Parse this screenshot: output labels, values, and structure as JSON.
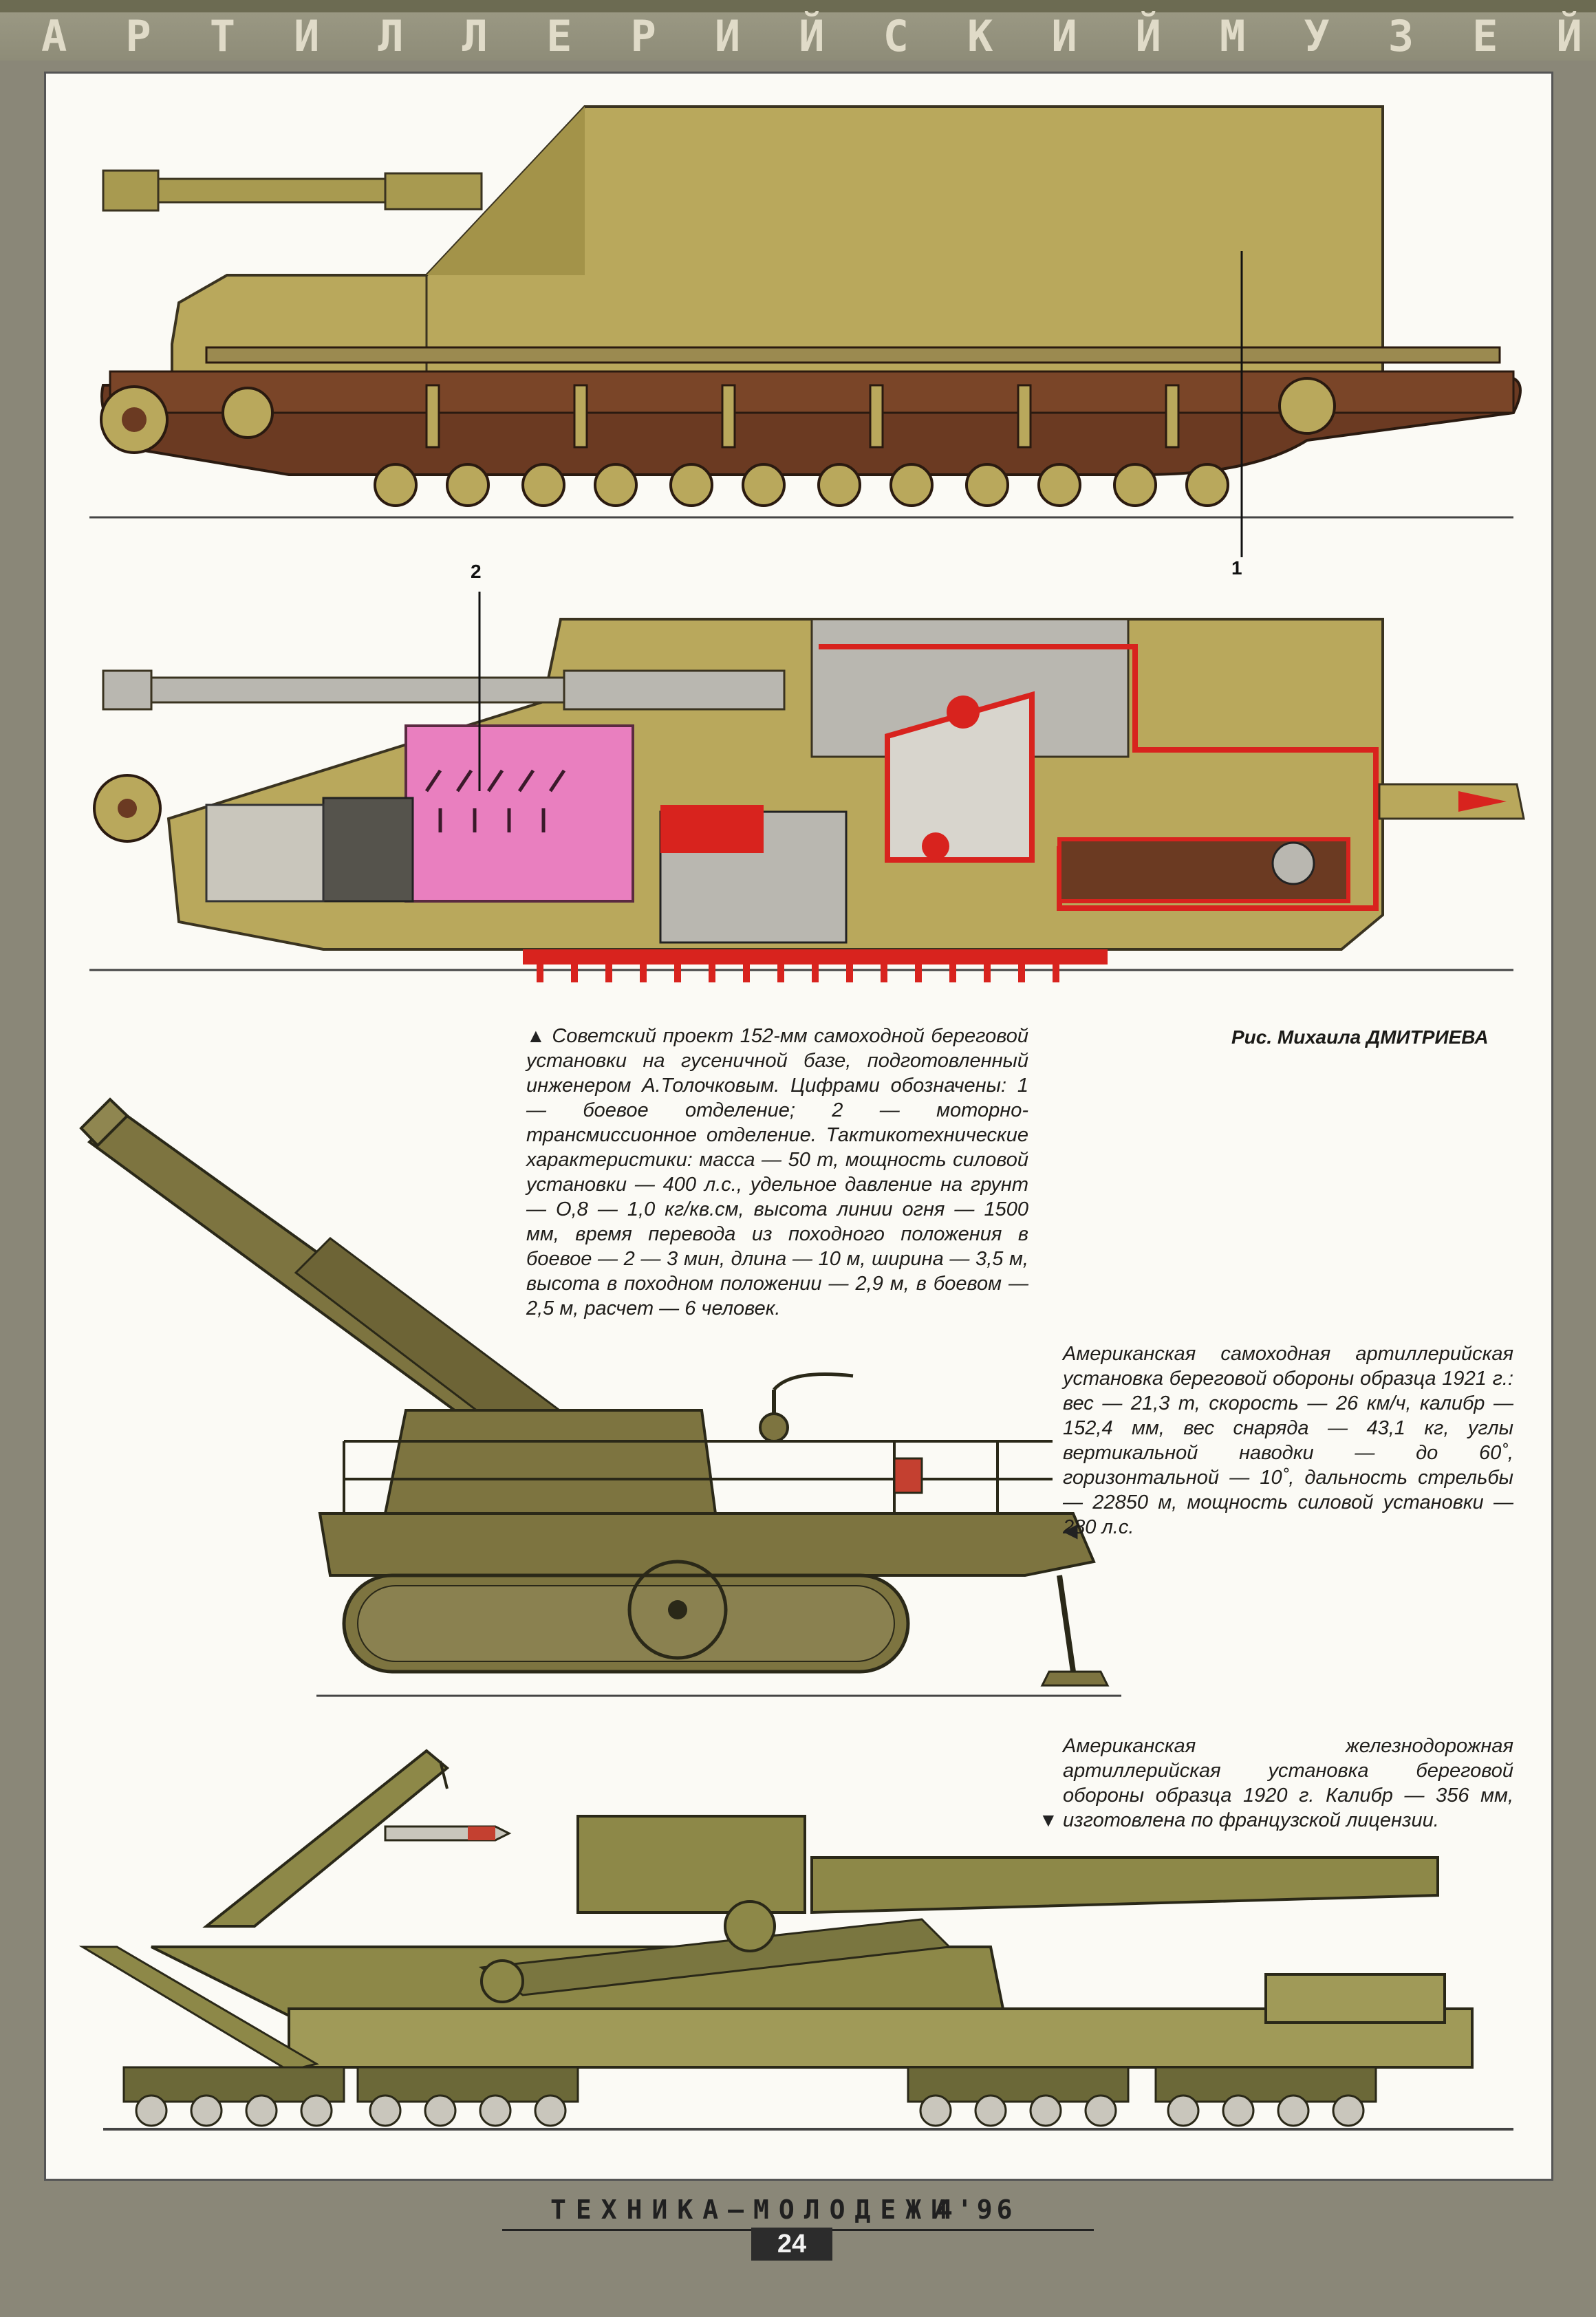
{
  "header": {
    "letters": [
      "А",
      "Р",
      "Т",
      "И",
      "Л",
      "Л",
      "Е",
      "Р",
      "И",
      "Й",
      "С",
      "К",
      "И",
      "Й",
      "М",
      "У",
      "З",
      "Е",
      "Й"
    ]
  },
  "figures": {
    "soviet_callout_1": "1",
    "soviet_callout_2": "2"
  },
  "captions": {
    "soviet_marker": "▲",
    "soviet": "Советский проект 152-мм самоходной береговой установки на гусеничной базе, подготовленный инженером А.Толочковым. Цифрами обозначены: 1 — боевое отделение; 2 — моторно-трансмиссионное отделение. Тактикотехнические характеристики: масса — 50 т, мощность силовой установки — 400 л.с., удельное давление на грунт — О,8 — 1,0 кг/кв.см, высота линии огня — 1500 мм, время перевода из походного положения в боевое — 2 — 3 мин, длина — 10 м, ширина — 3,5 м, высота в походном положении — 2,9 м, в боевом — 2,5 м, расчет — 6 человек.",
    "credit": "Рис. Михаила ДМИТРИЕВА",
    "american_sp": "Американская самоходная артиллерийская установка береговой обороны образца 1921 г.: вес — 21,3 т, скорость — 26 км/ч, калибр — 152,4 мм, вес снаряда — 43,1 кг, углы вертикальной наводки — до 60˚, горизонтальной — 10˚, дальность стрельбы — 22850 м, мощность силовой установки — 280 л.с.",
    "american_sp_marker": "◀",
    "american_rail": "Американская железнодорожная артиллерийская установка береговой обороны образца 1920 г. Калибр — 356 мм, изготовлена по французской лицензии.",
    "american_rail_marker": "▼"
  },
  "footer": {
    "magazine": "ТЕХНИКА–МОЛОДЕЖИ",
    "issue": "4'96",
    "page": "24"
  },
  "colors": {
    "hull_olive": "#b9a85c",
    "hull_shadow": "#8f8140",
    "track_brown": "#6b3a22",
    "engine_pink": "#e97fbf",
    "section_red": "#d8231e",
    "metal_grey": "#b9b7b0",
    "us_olive": "#7d7440",
    "rail_olive": "#8d8848"
  }
}
